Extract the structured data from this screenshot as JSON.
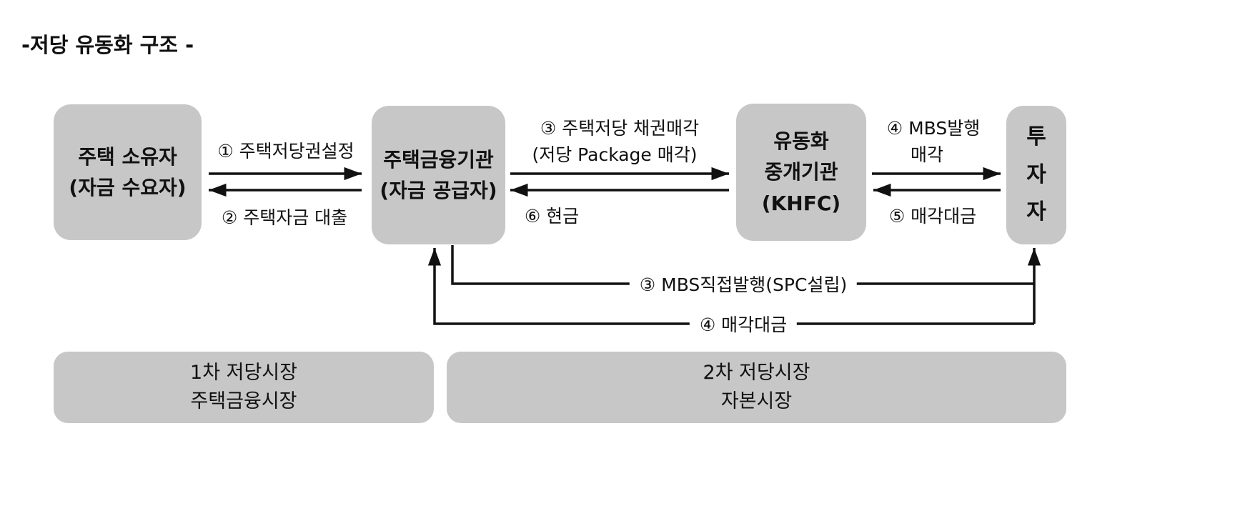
{
  "title": "-저당 유동화 구조 -",
  "nodes": {
    "homeowner": {
      "lines": [
        "주택 소유자",
        "(자금 수요자)"
      ]
    },
    "lender": {
      "lines": [
        "주택금융기관",
        "(자금 공급자)"
      ]
    },
    "conduit": {
      "lines": [
        "유동화",
        "중개기관",
        "(KHFC)"
      ]
    },
    "investor": {
      "chars": [
        "투",
        "자",
        "자"
      ]
    }
  },
  "flows": {
    "mortgage_setup": "① 주택저당권설정",
    "housing_loan": "② 주택자금 대출",
    "bond_sale_line1": "③ 주택저당 채권매각",
    "bond_sale_line2": "(저당 Package 매각)",
    "cash": "⑥ 현금",
    "mbs_issue_line1": "④ MBS발행",
    "mbs_issue_line2": "매각",
    "sale_proceeds": "⑤ 매각대금",
    "mbs_direct_issue": "③ MBS직접발행(SPC설립)",
    "proceeds_return": "④ 매각대금"
  },
  "markets": {
    "primary": {
      "lines": [
        "1차 저당시장",
        "주택금융시장"
      ]
    },
    "secondary": {
      "lines": [
        "2차 저당시장",
        "자본시장"
      ]
    }
  },
  "colors": {
    "box_gray": "#c7c7c7",
    "line": "#111111",
    "background": "#ffffff"
  }
}
